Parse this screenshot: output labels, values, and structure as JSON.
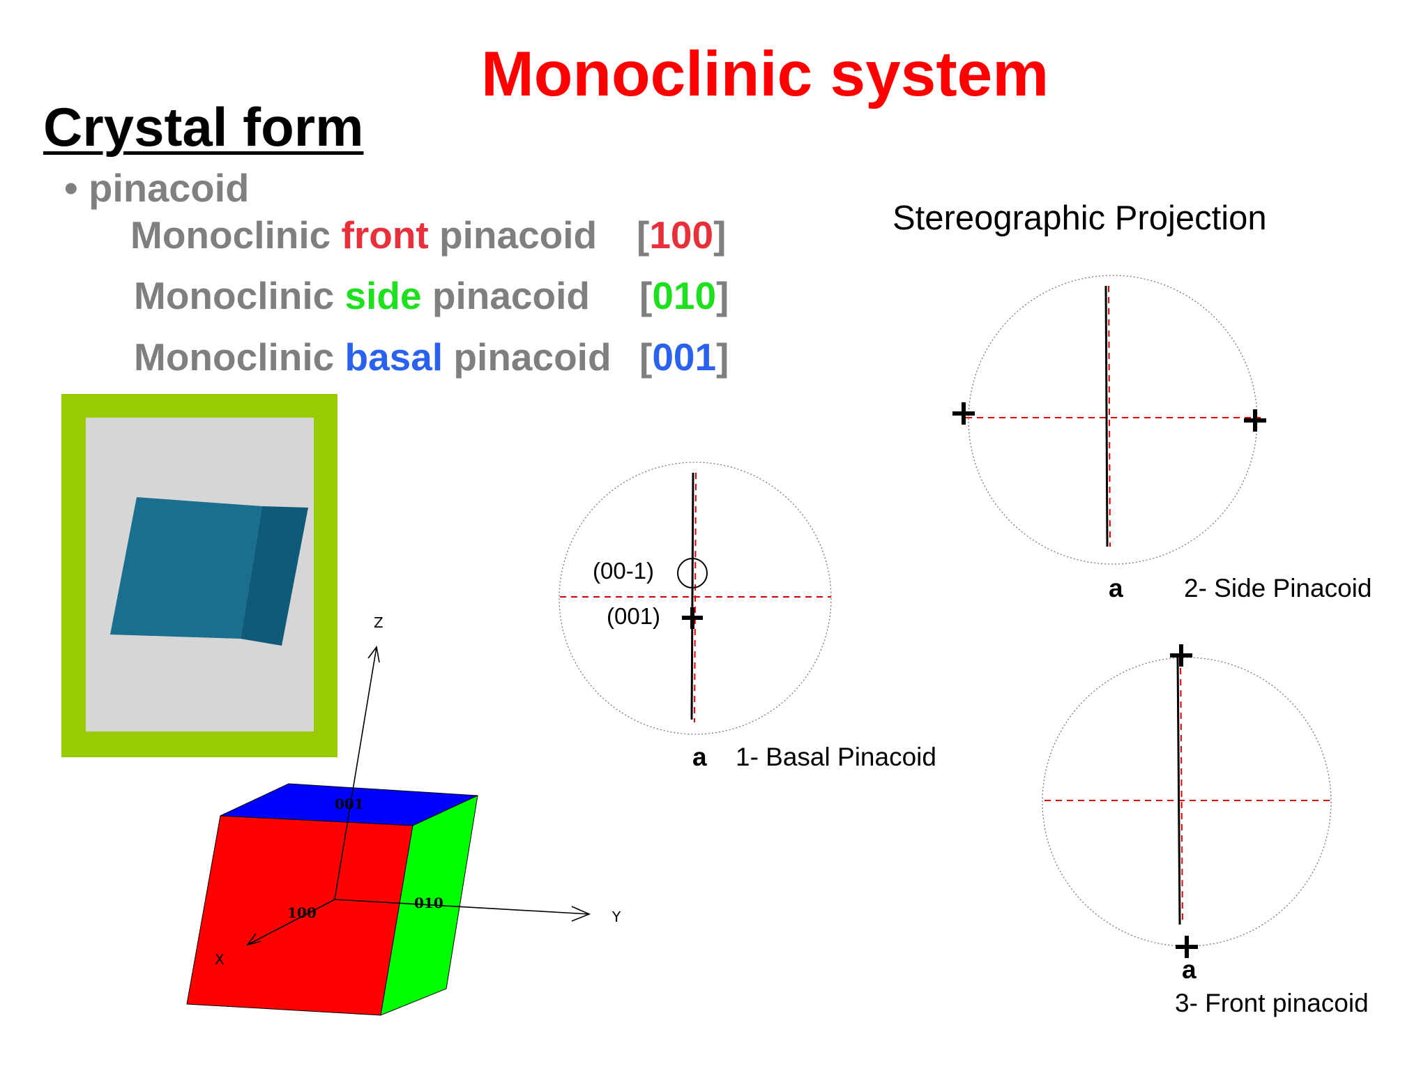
{
  "title": "Monoclinic system",
  "heading": "Crystal form",
  "bullet": "• pinacoid",
  "pinacoids": [
    {
      "prefix": "Monoclinic ",
      "word": "front",
      "suffix": " pinacoid",
      "open": "[",
      "index": "100",
      "close": "]"
    },
    {
      "prefix": "Monoclinic ",
      "word": "side",
      "suffix": " pinacoid",
      "open": "[",
      "index": "010",
      "close": "]"
    },
    {
      "prefix": "Monoclinic ",
      "word": "basal",
      "suffix": " pinacoid ",
      "open": "[",
      "index": "001",
      "close": "]"
    }
  ],
  "stereo_title": "Stereographic Projection",
  "basal": {
    "a": "a",
    "caption": "1- Basal Pinacoid",
    "lbl_neg": "(00-1)",
    "lbl_pos": "(001)"
  },
  "side": {
    "a": "a",
    "caption": "2- Side Pinacoid"
  },
  "front": {
    "a": "a",
    "caption": "3- Front pinacoid"
  },
  "axes": {
    "x": "X",
    "y": "Y",
    "z": "Z"
  },
  "faces": {
    "top": "001",
    "front": "100",
    "side": "010"
  },
  "colors": {
    "title": "#ff0000",
    "front": "#e8303a",
    "side": "#1fe01f",
    "basal": "#2a62ee",
    "frame": "#99cc00",
    "crystal": "#1a6e8e",
    "dashed": "#e00000"
  }
}
